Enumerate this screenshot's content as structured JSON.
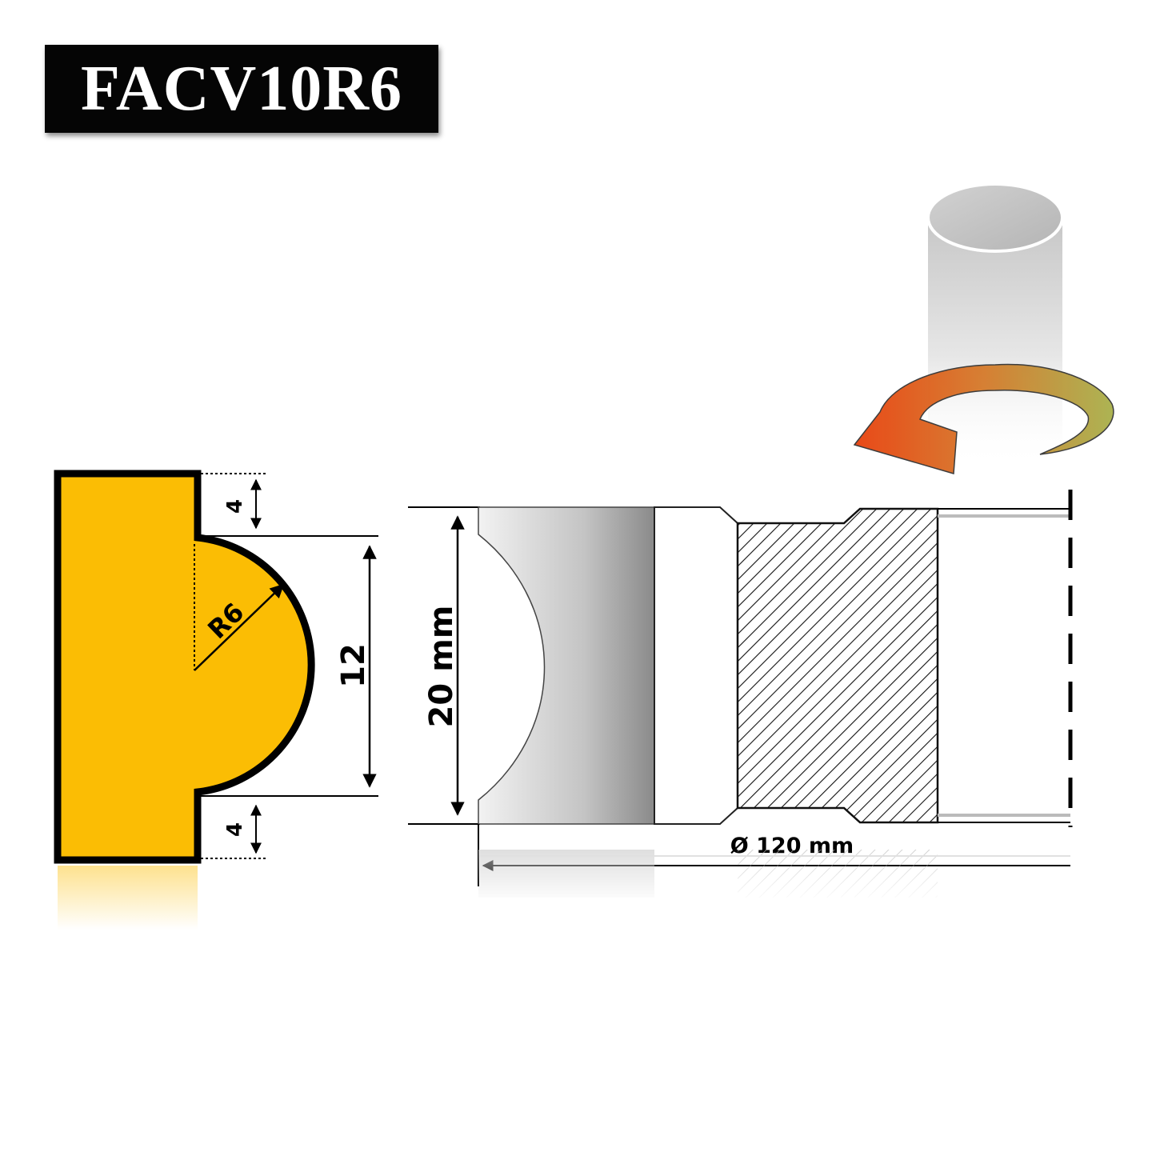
{
  "title": "FACV10R6",
  "profile": {
    "top_offset": "4",
    "bottom_offset": "4",
    "radius": "R6",
    "profile_height": "12"
  },
  "cutter": {
    "height": "20 mm",
    "diameter": "Ø 120 mm"
  },
  "colors": {
    "profile_fill": "#FBBD04",
    "title_background": "#050505",
    "arrow_start": "#E8400C",
    "arrow_end": "#A8B04A"
  },
  "icons": [
    "spindle-icon",
    "rotation-arrow-icon"
  ]
}
